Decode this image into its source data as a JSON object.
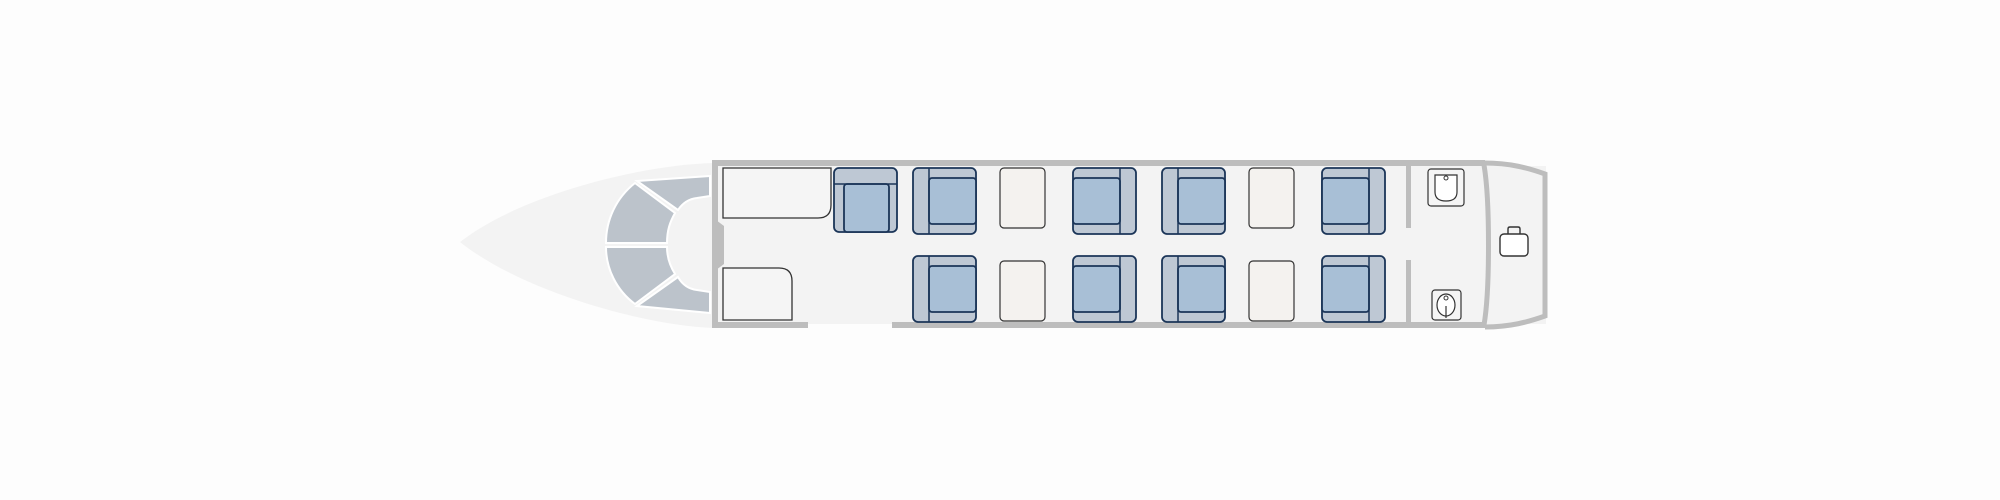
{
  "cabin": {
    "colors": {
      "background": "#fdfdfd",
      "fuselage_fill": "#f3f3f3",
      "wall": "#bdbdbd",
      "cockpit_seat": "#bcc3cb",
      "seat_fill": "#a8bfd6",
      "seat_frame": "#bec8d4",
      "seat_stroke": "#1b3558",
      "table_fill": "#f4f2ef",
      "galley_fill": "#f5f5f5",
      "outline": "#333333"
    },
    "seats": [
      {
        "row": 1,
        "side": "top",
        "orientation": "aft-facing"
      },
      {
        "row": 2,
        "side": "top",
        "orientation": "forward-facing"
      },
      {
        "row": 3,
        "side": "top",
        "orientation": "aft-facing"
      },
      {
        "row": 4,
        "side": "top",
        "orientation": "forward-facing"
      },
      {
        "row": 5,
        "side": "top",
        "orientation": "aft-facing"
      },
      {
        "row": 2,
        "side": "bottom",
        "orientation": "forward-facing"
      },
      {
        "row": 3,
        "side": "bottom",
        "orientation": "aft-facing"
      },
      {
        "row": 4,
        "side": "bottom",
        "orientation": "forward-facing"
      },
      {
        "row": 5,
        "side": "bottom",
        "orientation": "aft-facing"
      }
    ],
    "tables": [
      {
        "side": "top",
        "between": "2-3"
      },
      {
        "side": "top",
        "between": "4-5"
      },
      {
        "side": "bottom",
        "between": "2-3"
      },
      {
        "side": "bottom",
        "between": "4-5"
      }
    ],
    "icons": [
      "sink-icon",
      "toilet-icon",
      "luggage-icon"
    ]
  }
}
